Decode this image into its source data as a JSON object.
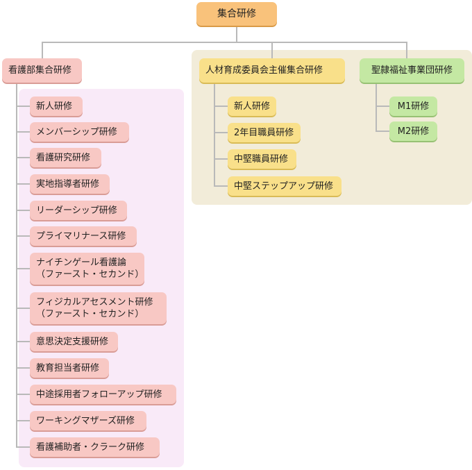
{
  "root": {
    "label": "集合研修"
  },
  "groups": [
    {
      "label": "看護部集合研修",
      "items": [
        "新人研修",
        "メンバーシップ研修",
        "看護研究研修",
        "実地指導者研修",
        "リーダーシップ研修",
        "プライマリナース研修",
        "ナイチンゲール看護論\n（ファースト・セカンド）",
        "フィジカルアセスメント研修\n（ファースト・セカンド）",
        "意思決定支援研修",
        "教育担当者研修",
        "中途採用者フォローアップ研修",
        "ワーキングマザーズ研修",
        "看護補助者・クラーク研修"
      ]
    },
    {
      "label": "人材育成委員会主催集合研修",
      "items": [
        "新人研修",
        "2年目職員研修",
        "中堅職員研修",
        "中堅ステップアップ研修"
      ]
    },
    {
      "label": "聖隷福祉事業団研修",
      "items": [
        "M1研修",
        "M2研修"
      ]
    }
  ]
}
